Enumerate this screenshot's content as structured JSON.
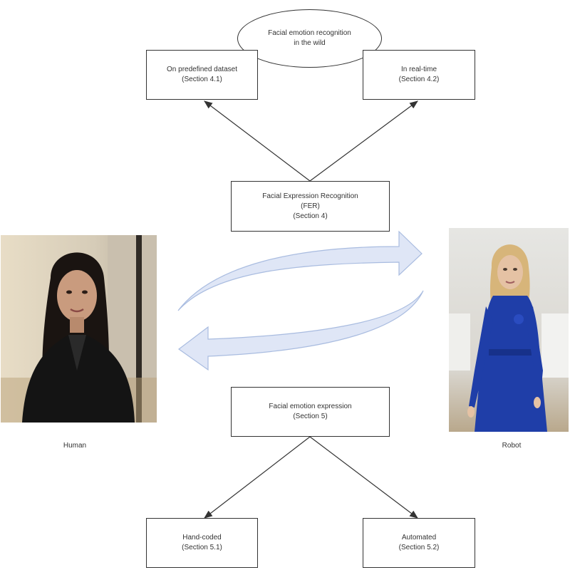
{
  "diagram": {
    "root": {
      "line1": "Facial emotion recognition",
      "line2": "in the wild"
    },
    "predefined": {
      "line1": "On predefined dataset",
      "line2": "(Section 4.1)"
    },
    "realtime": {
      "line1": "In real-time",
      "line2": "(Section 4.2)"
    },
    "fer": {
      "line1": "Facial Expression Recognition",
      "line2": "(FER)",
      "line3": "(Section 4)"
    },
    "expression": {
      "line1": "Facial emotion expression",
      "line2": "(Section 5)"
    },
    "handcoded": {
      "line1": "Hand-coded",
      "line2": "(Section 5.1)"
    },
    "automated": {
      "line1": "Automated",
      "line2": "(Section 5.2)"
    }
  },
  "labels": {
    "human": "Human",
    "robot": "Robot"
  },
  "colors": {
    "line": "#333333",
    "arrow_fill": "#dfe6f6",
    "arrow_stroke": "#a9bce0"
  }
}
